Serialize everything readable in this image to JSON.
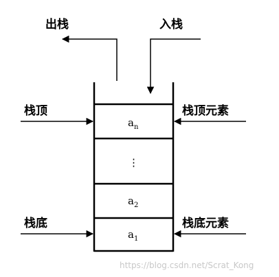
{
  "labels": {
    "pop": "出栈",
    "push": "入栈",
    "top": "栈顶",
    "top_element": "栈顶元素",
    "bottom": "栈底",
    "bottom_element": "栈底元素"
  },
  "cells": [
    {
      "base": "a",
      "sub": "n"
    },
    {
      "base": "⋮",
      "sub": ""
    },
    {
      "base": "a",
      "sub": "2"
    },
    {
      "base": "a",
      "sub": "1"
    }
  ],
  "watermark": "https://blog.csdn.net/Scrat_Kong"
}
